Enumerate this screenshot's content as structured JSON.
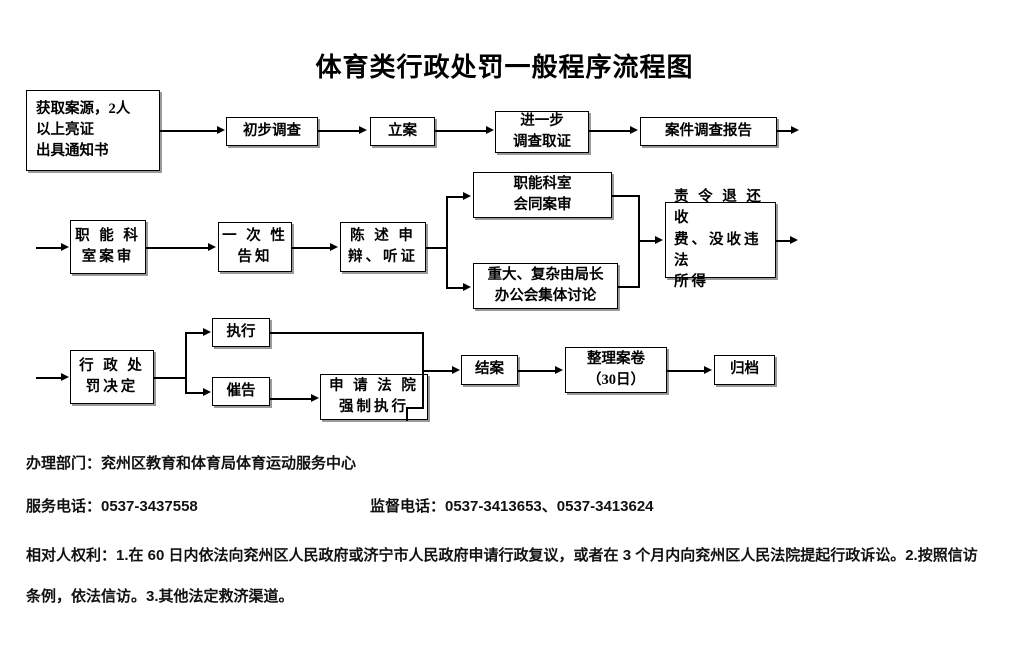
{
  "document": {
    "title": "体育类行政处罚一般程序流程图"
  },
  "flow": {
    "row1": [
      {
        "id": "get-case-source",
        "text": "获取案源，2人\n以上亮证\n出具通知书"
      },
      {
        "id": "preliminary-investigation",
        "text": "初步调查"
      },
      {
        "id": "case-filing",
        "text": "立案"
      },
      {
        "id": "further-investigation",
        "text": "进一步\n调查取证"
      },
      {
        "id": "investigation-report",
        "text": "案件调查报告"
      }
    ],
    "row2": [
      {
        "id": "department-review",
        "text": "职 能 科\n室案审"
      },
      {
        "id": "one-time-notice",
        "text": "一 次 性\n告知"
      },
      {
        "id": "statement-defense-hearing",
        "text": "陈 述 申\n辩、听证"
      },
      {
        "id": "joint-department-review",
        "text": "职能科室\n会同案审"
      },
      {
        "id": "director-meeting-discussion",
        "text": "重大、复杂由局长\n办公会集体讨论"
      },
      {
        "id": "order-refund-confiscate",
        "text": "责 令 退 还 收\n费、没收违法\n所得"
      }
    ],
    "row3": [
      {
        "id": "penalty-decision",
        "text": "行 政 处\n罚决定"
      },
      {
        "id": "execution",
        "text": "执行"
      },
      {
        "id": "urge-notice",
        "text": "催告"
      },
      {
        "id": "court-enforcement",
        "text": "申 请 法 院\n强制执行"
      },
      {
        "id": "case-closure",
        "text": "结案"
      },
      {
        "id": "file-organization",
        "text": "整理案卷\n（30日）"
      },
      {
        "id": "archive",
        "text": "归档"
      }
    ]
  },
  "footer": {
    "handling_department": "办理部门：兖州区教育和体育局体育运动服务中心",
    "service_phone": "服务电话：0537-3437558",
    "supervision_phone": "监督电话：0537-3413653、0537-3413624",
    "rights_paragraph": "相对人权利：1.在 60 日内依法向兖州区人民政府或济宁市人民政府申请行政复议，或者在 3 个月内向兖州区人民法院提起行政诉讼。2.按照信访条例，依法信访。3.其他法定救济渠道。"
  }
}
